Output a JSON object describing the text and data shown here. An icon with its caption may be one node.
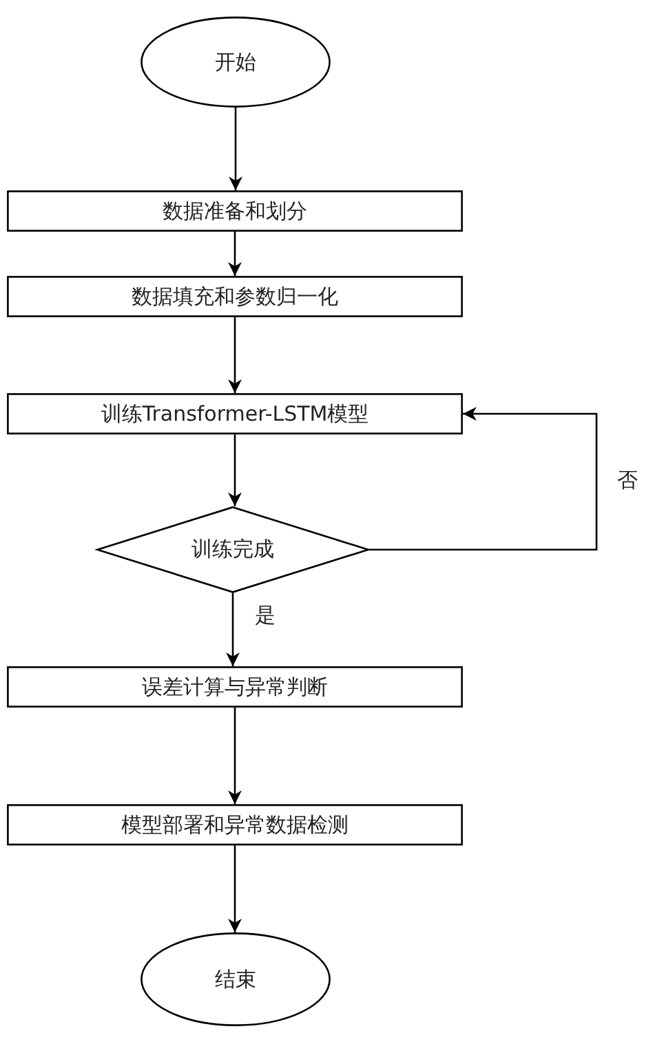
{
  "diagram": {
    "nodes": [
      {
        "text": [
          "开始"
        ]
      },
      {
        "text": [
          "数据准备和划分"
        ]
      },
      {
        "text": [
          "数据填充和参数归一化"
        ]
      },
      {
        "text": [
          "训练Transformer-LSTM模型"
        ]
      },
      {
        "text": [
          "训练完成"
        ]
      },
      {
        "text": [
          "误差计算与异常判断"
        ]
      },
      {
        "text": [
          "模型部署和异常数据检测"
        ]
      },
      {
        "text": [
          "结束"
        ]
      }
    ],
    "edges": [
      {
        "from": 0,
        "to": 1,
        "arrow": "to"
      },
      {
        "from": 1,
        "to": 2,
        "arrow": "to"
      },
      {
        "from": 2,
        "to": 3,
        "arrow": "to"
      },
      {
        "from": 3,
        "to": 4,
        "arrow": "to"
      },
      {
        "from": 4,
        "to": 5,
        "arrow": "to",
        "label": "是"
      },
      {
        "from": 4,
        "to": 3,
        "arrow": "to",
        "label": "否"
      },
      {
        "from": 5,
        "to": 6,
        "arrow": "to"
      },
      {
        "from": 6,
        "to": 7,
        "arrow": "to"
      }
    ]
  }
}
